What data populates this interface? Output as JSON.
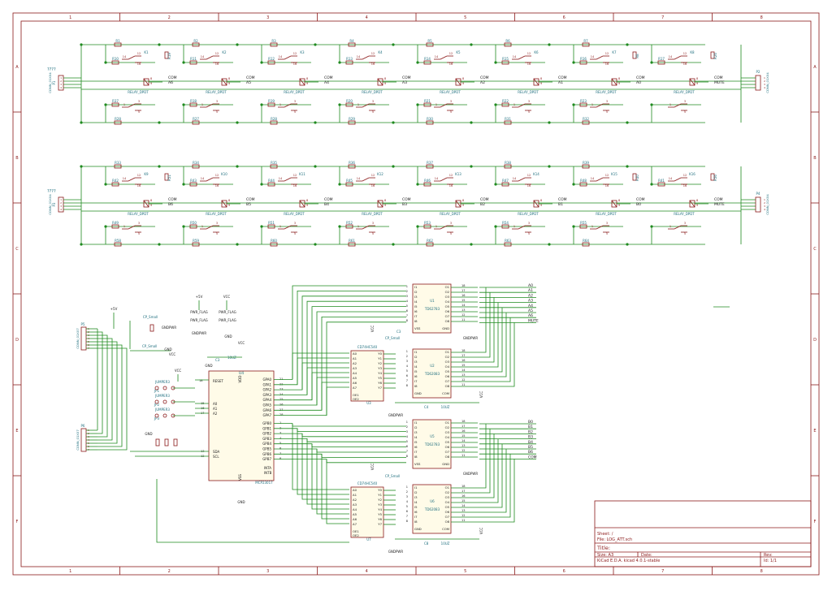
{
  "border": {
    "cols": [
      "1",
      "2",
      "3",
      "4",
      "5",
      "6",
      "7",
      "8"
    ],
    "rows": [
      "A",
      "B",
      "C",
      "D",
      "E",
      "F"
    ]
  },
  "colors": {
    "wire": "#1f8a1f",
    "part": "#8b1a1a",
    "ref": "#1f6f7f",
    "text": "#1a1a1a",
    "frame": "#8b1a1a",
    "junction": "#1f8a1f"
  },
  "att_banks": [
    {
      "unknown_label": "????",
      "in_connector": {
        "ref": "P1",
        "value": "CONN_01X04"
      },
      "out_connector": {
        "ref": "P2",
        "value": "CONN_01X04"
      },
      "cells": [
        {
          "relay": "K1",
          "r_top": "R1",
          "r_mid": "R10",
          "r_vert": "R19",
          "r_bot1": "R37",
          "r_bot2": "R28",
          "sig": "A6",
          "com": "COM"
        },
        {
          "relay": "K2",
          "r_top": "R2",
          "r_mid": "R11",
          "r_vert": "",
          "r_bot1": "R18",
          "r_bot2": "R27",
          "sig": "A5",
          "com": "COM"
        },
        {
          "relay": "K3",
          "r_top": "R3",
          "r_mid": "R12",
          "r_vert": "",
          "r_bot1": "R19",
          "r_bot2": "R28",
          "sig": "A4",
          "com": "COM"
        },
        {
          "relay": "K4",
          "r_top": "R4",
          "r_mid": "R13",
          "r_vert": "",
          "r_bot1": "R20",
          "r_bot2": "R29",
          "sig": "A3",
          "com": "COM"
        },
        {
          "relay": "K5",
          "r_top": "R5",
          "r_mid": "R14",
          "r_vert": "",
          "r_bot1": "R21",
          "r_bot2": "R30",
          "sig": "A2",
          "com": "COM"
        },
        {
          "relay": "K6",
          "r_top": "R6",
          "r_mid": "R15",
          "r_vert": "",
          "r_bot1": "R22",
          "r_bot2": "R31",
          "sig": "A1",
          "com": "COM"
        },
        {
          "relay": "K7",
          "r_top": "R7",
          "r_mid": "R16",
          "r_vert": "R8",
          "r_bot1": "R23",
          "r_bot2": "R32",
          "sig": "A0",
          "com": "COM"
        },
        {
          "relay": "K8",
          "r_top": "",
          "r_mid": "R17",
          "r_vert": "R26",
          "r_bot1": "",
          "r_bot2": "",
          "sig": "MUTE",
          "com": "COM"
        }
      ]
    },
    {
      "unknown_label": "????",
      "in_connector": {
        "ref": "P3",
        "value": "CONN_01X04"
      },
      "out_connector": {
        "ref": "P4",
        "value": "CONN_01X04"
      },
      "cells": [
        {
          "relay": "K9",
          "r_top": "R33",
          "r_mid": "R42",
          "r_vert": "R51",
          "r_bot1": "R49",
          "r_bot2": "R58",
          "sig": "B6",
          "com": "COM"
        },
        {
          "relay": "K10",
          "r_top": "R34",
          "r_mid": "R43",
          "r_vert": "",
          "r_bot1": "R50",
          "r_bot2": "R59",
          "sig": "B5",
          "com": "COM"
        },
        {
          "relay": "K11",
          "r_top": "R35",
          "r_mid": "R44",
          "r_vert": "",
          "r_bot1": "R51",
          "r_bot2": "R60",
          "sig": "B4",
          "com": "COM"
        },
        {
          "relay": "K12",
          "r_top": "R36",
          "r_mid": "R45",
          "r_vert": "",
          "r_bot1": "R52",
          "r_bot2": "R61",
          "sig": "B3",
          "com": "COM"
        },
        {
          "relay": "K13",
          "r_top": "R37",
          "r_mid": "R46",
          "r_vert": "",
          "r_bot1": "R53",
          "r_bot2": "R62",
          "sig": "B2",
          "com": "COM"
        },
        {
          "relay": "K14",
          "r_top": "R38",
          "r_mid": "R47",
          "r_vert": "",
          "r_bot1": "R54",
          "r_bot2": "R63",
          "sig": "B1",
          "com": "COM"
        },
        {
          "relay": "K15",
          "r_top": "R39",
          "r_mid": "R48",
          "r_vert": "R40",
          "r_bot1": "R55",
          "r_bot2": "R64",
          "sig": "B0",
          "com": "COM"
        },
        {
          "relay": "K16",
          "r_top": "",
          "r_mid": "R41",
          "r_vert": "R56",
          "r_bot1": "",
          "r_bot2": "",
          "sig": "MUTE",
          "com": "COM"
        }
      ]
    }
  ],
  "relay_value": "RELAY_DPDT",
  "pins": {
    "coil_in": "14",
    "coil_out": "12",
    "nc": "16",
    "c1": "1",
    "c2": "3",
    "c3": "5",
    "p8": "8",
    "p9": "9"
  },
  "control": {
    "p5": {
      "ref": "P5",
      "value": "CONN_01X07"
    },
    "p6": {
      "ref": "P6",
      "value": "CONN_01X07"
    },
    "plus5v": "+5V",
    "vcc": "VCC",
    "gndpwr": "GNDPWR",
    "gnd": "GND",
    "pwr_flag": "PWR_FLAG",
    "cp_small": "CP_Small",
    "cap_value": "10UZ",
    "c3": "C3",
    "c4": "C4",
    "c8": "C8",
    "jumpers": [
      {
        "name": "JUMPER3",
        "ref": "JP1"
      },
      {
        "name": "JUMPER3",
        "ref": "JP2"
      },
      {
        "name": "JUMPER3",
        "ref": "JP3"
      }
    ],
    "expander": {
      "ref": "U4",
      "value": "MCP23017",
      "pin_reset": "RESET",
      "pin_vdd": "VDD",
      "pin_vss": "VSS",
      "pin_sda": "SDA",
      "pin_scl": "SCL",
      "pin_inta": "INTA",
      "pin_intb": "INTB",
      "addr": [
        "A0",
        "A1",
        "A2"
      ],
      "addr_pins": [
        "15",
        "16",
        "17"
      ],
      "reset_pin": "18",
      "sda_pin": "13",
      "scl_pin": "12",
      "gpa": [
        "GPA0",
        "GPA1",
        "GPA2",
        "GPA3",
        "GPA4",
        "GPA5",
        "GPA6",
        "GPA7"
      ],
      "gpa_pins": [
        "21",
        "22",
        "23",
        "24",
        "25",
        "26",
        "27",
        "28"
      ],
      "gpb": [
        "GPB0",
        "GPB1",
        "GPB2",
        "GPB3",
        "GPB4",
        "GPB5",
        "GPB6",
        "GPB7"
      ],
      "gpb_pins": [
        "1",
        "2",
        "3",
        "4",
        "5",
        "6",
        "7",
        "8"
      ]
    },
    "latches": [
      {
        "ref": "U3",
        "value": "CD74HC540"
      },
      {
        "ref": "U7",
        "value": "CD74HC540"
      }
    ],
    "latch_in": [
      "A0",
      "A1",
      "A2",
      "A3",
      "A4",
      "A5",
      "A6",
      "A7"
    ],
    "latch_out": [
      "Y0",
      "Y1",
      "Y2",
      "Y3",
      "Y4",
      "Y5",
      "Y6",
      "Y7"
    ],
    "latch_oe": [
      "OE1",
      "OE2"
    ],
    "drivers": [
      {
        "ref": "U1",
        "value": "TD62783",
        "sink": false
      },
      {
        "ref": "U2",
        "value": "TD62083",
        "sink": true
      },
      {
        "ref": "U5",
        "value": "TD62783",
        "sink": false
      },
      {
        "ref": "U6",
        "value": "TD62083",
        "sink": true
      }
    ],
    "drv_in": [
      "I1",
      "I2",
      "I3",
      "I4",
      "I5",
      "I6",
      "I7",
      "I8"
    ],
    "drv_out": [
      "O1",
      "O2",
      "O3",
      "O4",
      "O5",
      "O6",
      "O7",
      "O8"
    ],
    "drv_vss": "VSS",
    "drv_gnd": "GND",
    "drv_com": "COM",
    "drv_in_pins": [
      "1",
      "2",
      "3",
      "4",
      "5",
      "6",
      "7",
      "8"
    ],
    "drv_out_pins": [
      "18",
      "17",
      "16",
      "15",
      "14",
      "13",
      "12",
      "11"
    ],
    "bus_a": [
      "A0",
      "A1",
      "A2",
      "A3",
      "A4",
      "A5",
      "A6",
      "MUTE"
    ],
    "bus_b": [
      "B0",
      "B1",
      "B2",
      "B3",
      "B4",
      "B5",
      "B6",
      "COM"
    ]
  },
  "title_block": {
    "sheet": "Sheet: /",
    "file": "File: LOG_ATT.sch",
    "title_label": "Title:",
    "size": "Size: A3",
    "date": "Date:",
    "rev": "Rev:",
    "tool": "KiCad E.D.A.  kicad 4.0.1-stable",
    "id": "Id: 1/1"
  }
}
